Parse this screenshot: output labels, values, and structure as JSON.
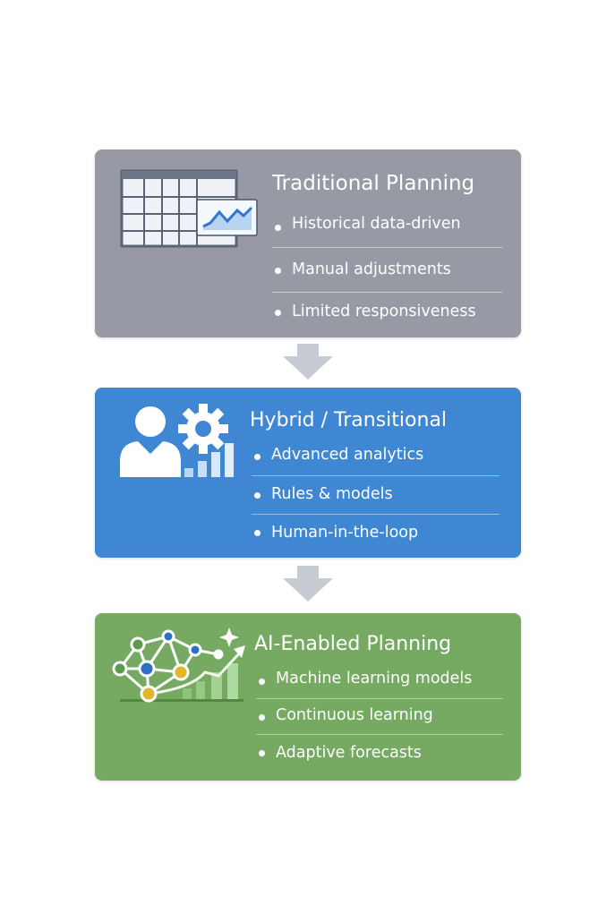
{
  "stages": [
    {
      "title": "Traditional Planning",
      "items": [
        "Historical data-driven",
        "Manual adjustments",
        "Limited responsiveness"
      ],
      "color": "#979aa4",
      "icon": "spreadsheet-chart-icon"
    },
    {
      "title": "Hybrid / Transitional",
      "items": [
        "Advanced analytics",
        "Rules & models",
        "Human-in-the-loop"
      ],
      "color": "#3f86d3",
      "icon": "person-gear-chart-icon"
    },
    {
      "title": "AI-Enabled Planning",
      "items": [
        "Machine learning models",
        "Continuous learning",
        "Adaptive forecasts"
      ],
      "color": "#76a962",
      "icon": "neural-network-growth-icon"
    }
  ],
  "arrow_color": "#c6cbd4"
}
